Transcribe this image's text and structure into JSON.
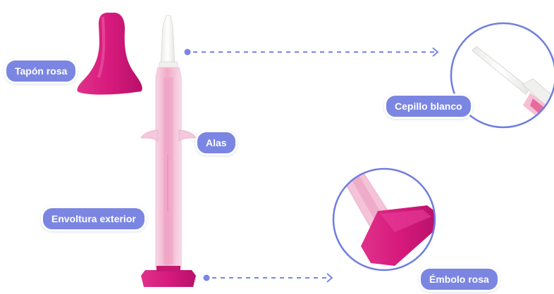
{
  "labels": {
    "tapon": "Tapón rosa",
    "alas": "Alas",
    "envoltura": "Envoltura exterior",
    "cepillo": "Cepillo blanco",
    "embolo": "Émbolo rosa"
  },
  "colors": {
    "label_bg": "#7a86e2",
    "label_text": "#ffffff",
    "connector": "#7a86e2",
    "circle_outline": "#6f7de0",
    "magenta": "#d11e7e",
    "pink_tube": "#f2b6cf",
    "white_brush": "#f4f4f2"
  }
}
